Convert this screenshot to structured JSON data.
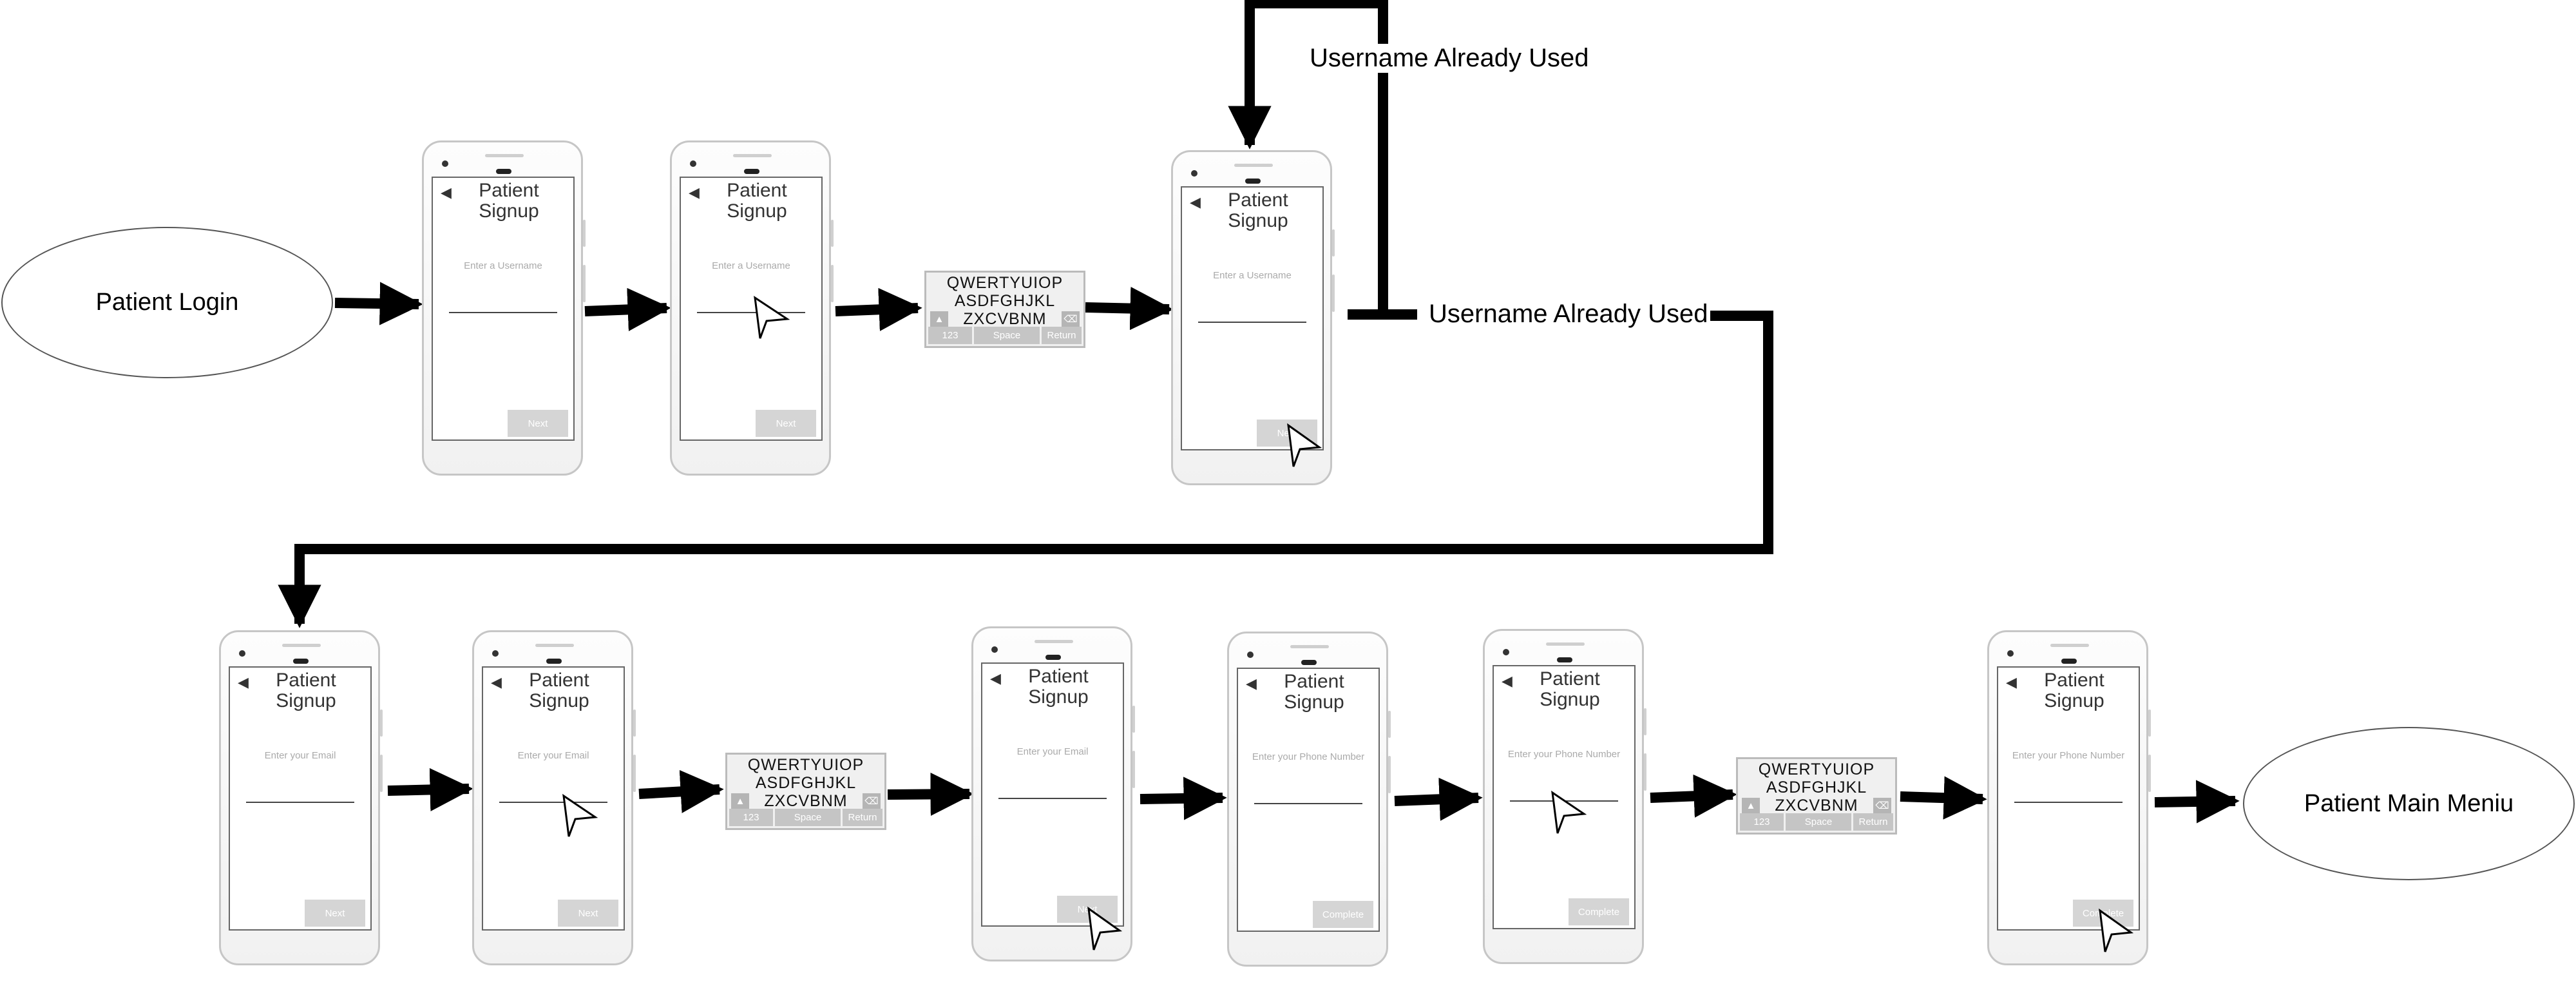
{
  "nodes": {
    "start": {
      "label": "Patient Login"
    },
    "end": {
      "label": "Patient Main Meniu"
    }
  },
  "phone": {
    "title": "Patient\nSignup",
    "back_glyph": "◀"
  },
  "prompts": {
    "username": "Enter a Username",
    "email": "Enter your Email",
    "phone": "Enter your Phone Number"
  },
  "buttons": {
    "next": "Next",
    "complete": "Complete"
  },
  "keyboard": {
    "row1": "QWERTYUIOP",
    "row2": "ASDFGHJKL",
    "row3": "ZXCVBNM",
    "key_123": "123",
    "key_space": "Space",
    "key_return": "Return"
  },
  "labels": {
    "loop": "Username Already Used",
    "branch": "Username Already Used"
  }
}
